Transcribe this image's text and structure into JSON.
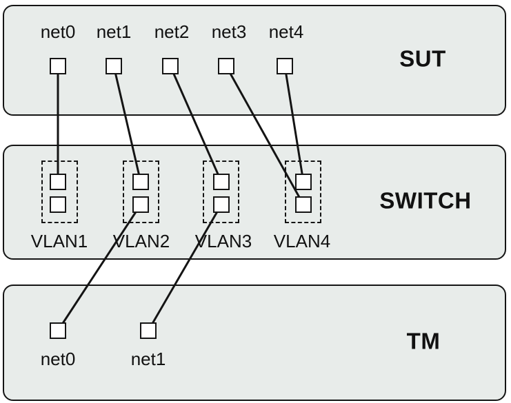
{
  "colors": {
    "box_fill": "#e8ecea",
    "box_border": "#141414",
    "port_fill": "#ffffff",
    "connection_line": "#141414",
    "background": "#ffffff"
  },
  "sut": {
    "title": "SUT",
    "ports": [
      {
        "label": "net0"
      },
      {
        "label": "net1"
      },
      {
        "label": "net2"
      },
      {
        "label": "net3"
      },
      {
        "label": "net4"
      }
    ]
  },
  "switch": {
    "title": "SWITCH",
    "vlans": [
      {
        "label": "VLAN1"
      },
      {
        "label": "VLAN2"
      },
      {
        "label": "VLAN3"
      },
      {
        "label": "VLAN4"
      }
    ]
  },
  "tm": {
    "title": "TM",
    "ports": [
      {
        "label": "net0"
      },
      {
        "label": "net1"
      }
    ]
  },
  "connections": [
    {
      "from": "SUT.net0",
      "to": "SWITCH.VLAN1.portA"
    },
    {
      "from": "SUT.net1",
      "to": "SWITCH.VLAN2.portA"
    },
    {
      "from": "SUT.net2",
      "to": "SWITCH.VLAN3.portA"
    },
    {
      "from": "SUT.net3",
      "to": "SWITCH.VLAN4.portB"
    },
    {
      "from": "SUT.net4",
      "to": "SWITCH.VLAN4.portA"
    },
    {
      "from": "SWITCH.VLAN2.portB",
      "to": "TM.net0"
    },
    {
      "from": "SWITCH.VLAN3.portB",
      "to": "TM.net1"
    }
  ]
}
